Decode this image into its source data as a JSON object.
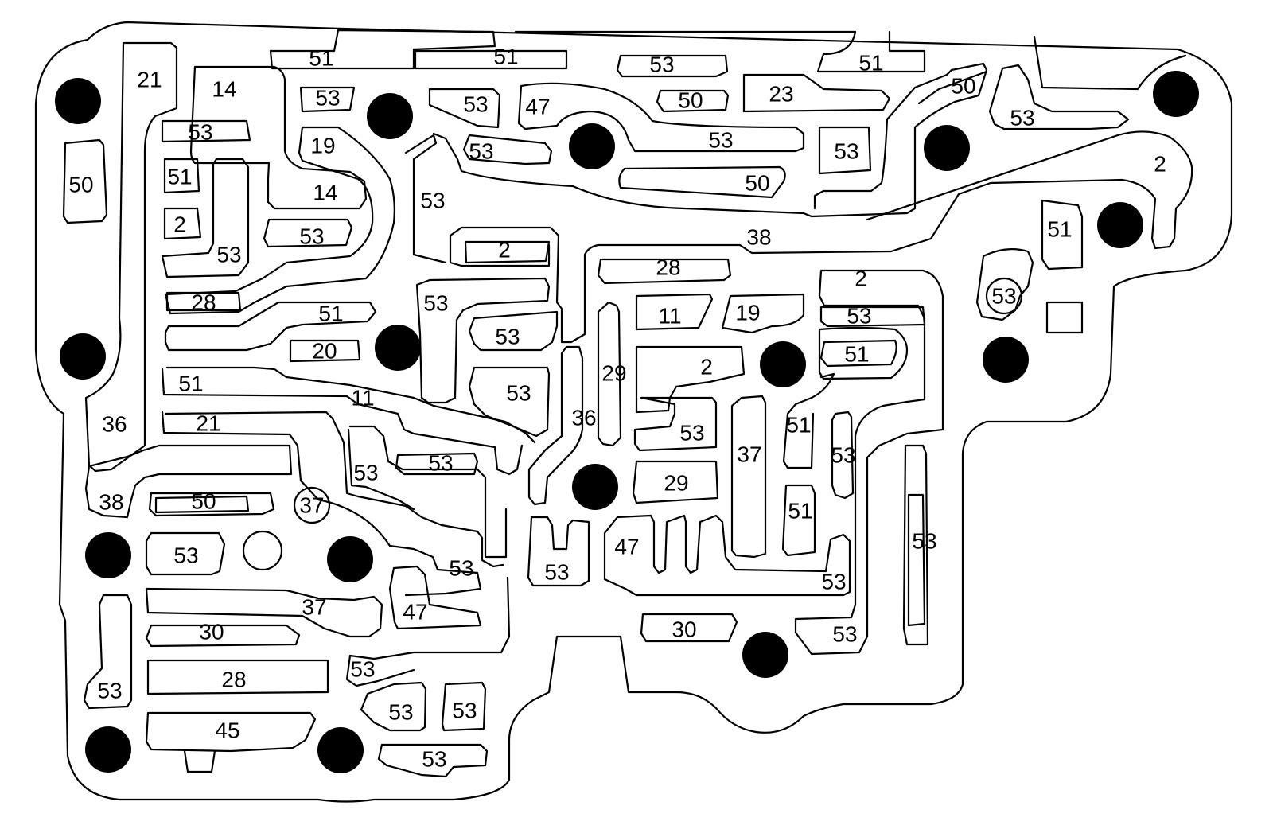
{
  "labels": [
    "21",
    "14",
    "51",
    "51",
    "53",
    "51",
    "53",
    "53",
    "50",
    "47",
    "23",
    "50",
    "53",
    "53",
    "19",
    "53",
    "53",
    "50",
    "53",
    "50",
    "2",
    "14",
    "51",
    "53",
    "2",
    "53",
    "53",
    "38",
    "2",
    "51",
    "28",
    "2",
    "53",
    "28",
    "53",
    "19",
    "11",
    "53",
    "51",
    "29",
    "20",
    "53",
    "51",
    "2",
    "51",
    "53",
    "36",
    "11",
    "53",
    "36",
    "21",
    "37",
    "53",
    "53",
    "51",
    "29",
    "53",
    "53",
    "38",
    "50",
    "51",
    "53",
    "37",
    "53",
    "47",
    "53",
    "53",
    "37",
    "47",
    "30",
    "30",
    "53",
    "53",
    "28",
    "53",
    "45",
    "53",
    "53",
    "53",
    "53",
    "51"
  ],
  "colors": {
    "line": "#000000",
    "background": "#ffffff",
    "bolt": "#000000"
  }
}
